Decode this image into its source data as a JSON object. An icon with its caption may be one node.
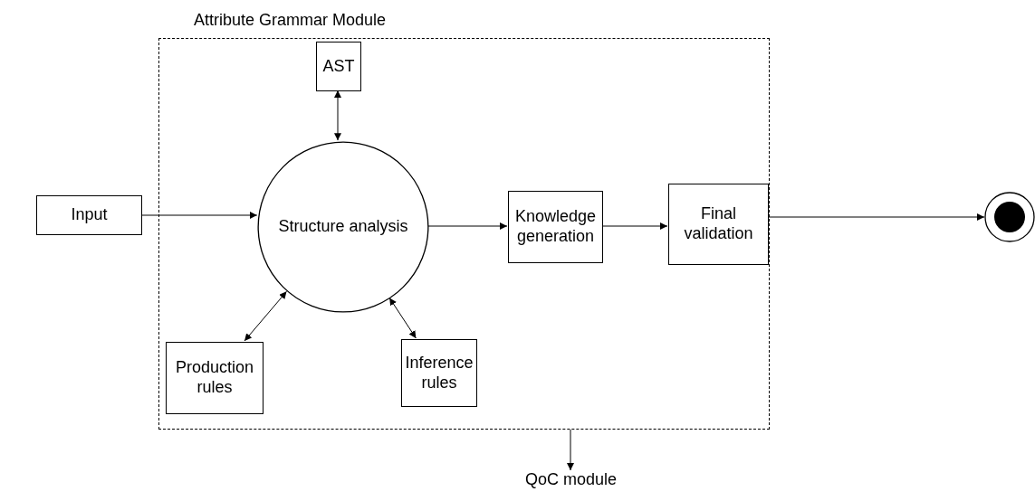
{
  "diagram": {
    "nodes": [
      {
        "text": [
          "Attribute Grammar Module"
        ]
      },
      {
        "text": [
          "AST"
        ],
        "in": 0
      },
      {
        "text": [
          "Input"
        ]
      },
      {
        "text": [
          "Structure analysis"
        ],
        "in": 0
      },
      {
        "text": [
          "Knowledge generation"
        ],
        "in": 0
      },
      {
        "text": [
          "Final validation"
        ],
        "in": 0
      },
      {
        "text": [],
        "shape": "circle"
      },
      {
        "text": [
          "Production rules"
        ],
        "in": 0
      },
      {
        "text": [
          "Inference rules"
        ],
        "in": 0
      },
      {
        "text": [
          "QoC module"
        ]
      }
    ],
    "edges": [
      {
        "from": 2,
        "to": 3,
        "arrow": "to"
      },
      {
        "from": 1,
        "to": 3,
        "arrow": "both"
      },
      {
        "from": 3,
        "to": 4,
        "arrow": "to"
      },
      {
        "from": 4,
        "to": 5,
        "arrow": "to"
      },
      {
        "from": 5,
        "to": 6,
        "arrow": "to"
      },
      {
        "from": 3,
        "to": 7,
        "arrow": "both"
      },
      {
        "from": 3,
        "to": 8,
        "arrow": "both"
      },
      {
        "from": 0,
        "to": 9,
        "arrow": "to"
      }
    ]
  }
}
